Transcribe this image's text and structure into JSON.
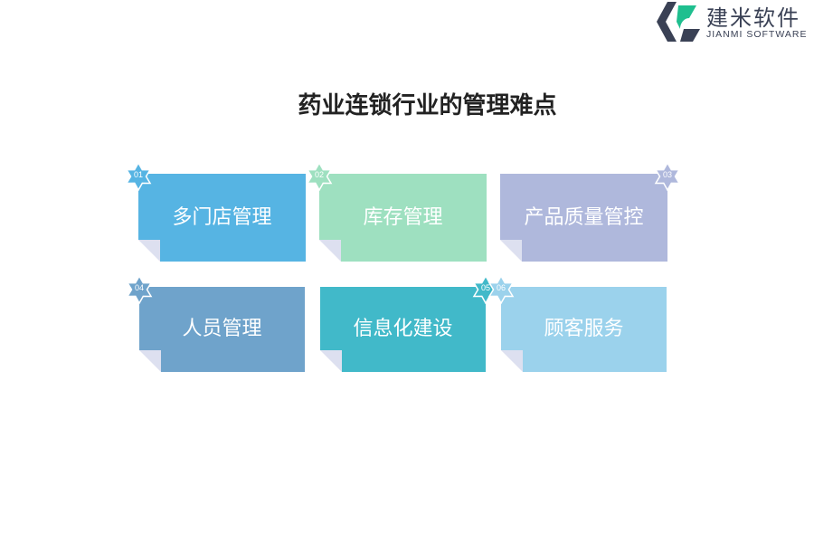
{
  "logo": {
    "cn": "建米软件",
    "en": "JIANMI SOFTWARE"
  },
  "title": "药业连锁行业的管理难点",
  "cards": [
    {
      "num": "01",
      "label": "多门店管理",
      "color": "#56b4e3"
    },
    {
      "num": "02",
      "label": "库存管理",
      "color": "#9ee0c0"
    },
    {
      "num": "03",
      "label": "产品质量管控",
      "color": "#afb8dc"
    },
    {
      "num": "04",
      "label": "人员管理",
      "color": "#6fa3cb"
    },
    {
      "num": "05",
      "label": "信息化建设",
      "color": "#41b9c9"
    },
    {
      "num": "06",
      "label": "顾客服务",
      "color": "#9bd2ec"
    }
  ]
}
